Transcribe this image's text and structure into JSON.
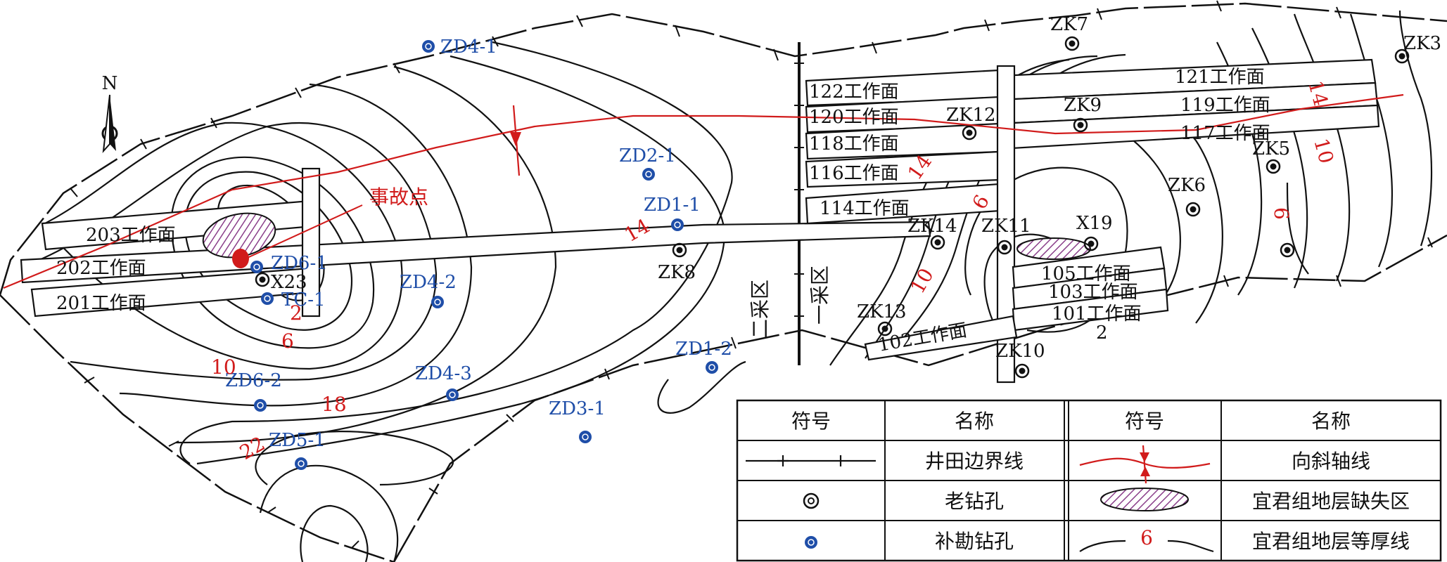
{
  "north": "N",
  "zones": {
    "second": "二采区",
    "first": "一采区"
  },
  "accident": "事故点",
  "faces": {
    "f203": "203工作面",
    "f202": "202工作面",
    "f201": "201工作面",
    "f122": "122工作面",
    "f120": "120工作面",
    "f118": "118工作面",
    "f116": "116工作面",
    "f114": "114工作面",
    "f121": "121工作面",
    "f119": "119工作面",
    "f117": "117工作面",
    "f105": "105工作面",
    "f103": "103工作面",
    "f101": "101工作面",
    "f102": "102工作面"
  },
  "boreholes_new": {
    "zd4_1": "ZD4-1",
    "zd2_1": "ZD2-1",
    "zd1_1": "ZD1-1",
    "zd6_1": "ZD6-1",
    "tc1": "TC-1",
    "zd4_2": "ZD4-2",
    "zd1_2": "ZD1-2",
    "zd6_2": "ZD6-2",
    "zd4_3": "ZD4-3",
    "zd3_1": "ZD3-1",
    "zd5_1": "ZD5-1"
  },
  "boreholes_old": {
    "x23": "X23",
    "zk8": "ZK8",
    "zk7": "ZK7",
    "zk3": "ZK3",
    "zk12": "ZK12",
    "zk9": "ZK9",
    "zk5": "ZK5",
    "zk6": "ZK6",
    "zk14": "ZK14",
    "zk11": "ZK11",
    "x19": "X19",
    "zk13": "ZK13",
    "zk10": "ZK10"
  },
  "contours": {
    "c2a": "2",
    "c6a": "6",
    "c10a": "10",
    "c14a": "14",
    "c18": "18",
    "c22": "22",
    "c14b": "14",
    "c10b": "10",
    "c6b": "6",
    "c2b": "2",
    "c14c": "14",
    "c10c": "10",
    "c6c": "6"
  },
  "legend": {
    "header_symbol_1": "符号",
    "header_name_1": "名称",
    "header_symbol_2": "符号",
    "header_name_2": "名称",
    "boundary": "井田边界线",
    "old_hole": "老钻孔",
    "new_hole": "补勘钻孔",
    "syncline": "向斜轴线",
    "missing_zone": "宜君组地层缺失区",
    "isopach": "宜君组地层等厚线",
    "isopach_sample": "6"
  },
  "colors": {
    "red": "#d11b1b",
    "blue": "#1f4ea8",
    "hatch": "#8a3f8a",
    "ink": "#111111"
  }
}
